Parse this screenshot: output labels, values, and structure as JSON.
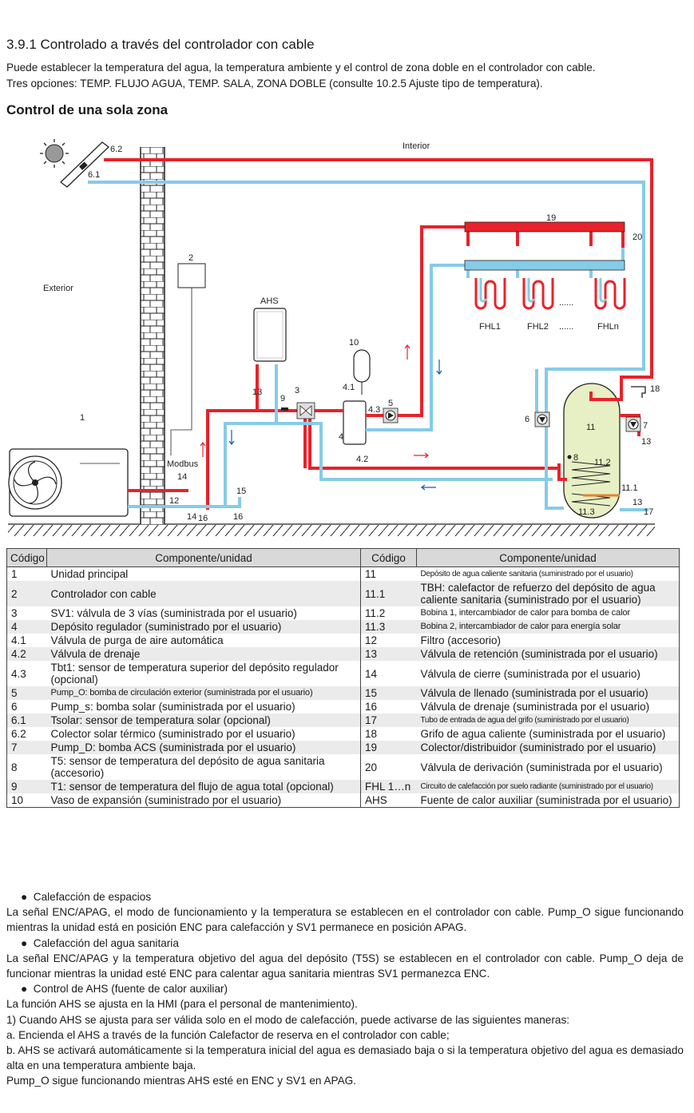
{
  "section_title": "3.9.1 Controlado a través del controlador con cable",
  "intro": [
    "Puede establecer la temperatura del agua, la temperatura ambiente y el control de zona doble en el controlador con cable.",
    "Tres opciones: TEMP. FLUJO AGUA, TEMP. SALA, ZONA DOBLE (consulte 10.2.5 Ajuste tipo de temperatura)."
  ],
  "subheading": "Control de una sola zona",
  "diagram": {
    "labels": {
      "interior": "Interior",
      "exterior": "Exterior",
      "ahs": "AHS",
      "modbus": "Modbus",
      "fhl1": "FHL1",
      "fhl2": "FHL2",
      "fhln": "FHLn",
      "dots1": "......",
      "dots2": "......",
      "n1": "1",
      "n2": "2",
      "n3": "3",
      "n41": "4.1",
      "n42": "4.2",
      "n43": "4.3",
      "n4": "4",
      "n5": "5",
      "n6": "6",
      "n61": "6.1",
      "n62": "6.2",
      "n7": "7",
      "n8": "8",
      "n9": "9",
      "n10": "10",
      "n11": "11",
      "n111": "11.1",
      "n112": "11.2",
      "n113": "11.3",
      "n12": "12",
      "n13a": "13",
      "n13b": "13",
      "n13c": "13",
      "n14a": "14",
      "n14b": "14",
      "n15": "15",
      "n16a": "16",
      "n16b": "16",
      "n17": "17",
      "n18": "18",
      "n19": "19",
      "n20": "20"
    },
    "colors": {
      "hot": "#e8222a",
      "cold": "#86cbe8",
      "tank": "#e7efc4",
      "wall": "#ffffff"
    }
  },
  "table": {
    "headers": [
      "Código",
      "Componente/unidad",
      "Código",
      "Componente/unidad"
    ],
    "rows": [
      {
        "c1": "1",
        "d1": "Unidad principal",
        "c2": "11",
        "d2": "Depósito de agua caliente sanitaria (suministrado por el usuario)"
      },
      {
        "c1": "2",
        "d1": "Controlador con cable",
        "c2": "11.1",
        "d2": "TBH: calefactor de refuerzo del depósito de agua caliente sanitaria (suministrado por el usuario)"
      },
      {
        "c1": "3",
        "d1": "SV1: válvula de 3 vías (suministrada por el usuario)",
        "c2": "11.2",
        "d2": "Bobina 1, intercambiador de calor para bomba de calor"
      },
      {
        "c1": "4",
        "d1": "Depósito regulador (suministrado por el usuario)",
        "c2": "11.3",
        "d2": "Bobina 2, intercambiador de calor para energía solar"
      },
      {
        "c1": "4.1",
        "d1": "Válvula de purga de aire automática",
        "c2": "12",
        "d2": "Filtro (accesorio)"
      },
      {
        "c1": "4.2",
        "d1": "Válvula de drenaje",
        "c2": "13",
        "d2": "Válvula de retención (suministrada por el usuario)"
      },
      {
        "c1": "4.3",
        "d1": "Tbt1: sensor de temperatura superior del depósito regulador (opcional)",
        "c2": "14",
        "d2": "Válvula de cierre (suministrada por el usuario)"
      },
      {
        "c1": "5",
        "d1": "Pump_O: bomba de circulación exterior (suministrada por el usuario)",
        "c2": "15",
        "d2": "Válvula de llenado (suministrada por el usuario)"
      },
      {
        "c1": "6",
        "d1": "Pump_s: bomba solar (suministrada por el usuario)",
        "c2": "16",
        "d2": "Válvula de drenaje (suministrada por el usuario)"
      },
      {
        "c1": "6.1",
        "d1": "Tsolar: sensor de temperatura solar (opcional)",
        "c2": "17",
        "d2": "Tubo de entrada de agua del grifo (suministrado por el usuario)"
      },
      {
        "c1": "6.2",
        "d1": "Colector solar térmico (suministrado por el usuario)",
        "c2": "18",
        "d2": "Grifo de agua caliente (suministrada por el usuario)"
      },
      {
        "c1": "7",
        "d1": "Pump_D: bomba ACS (suministrada por el usuario)",
        "c2": "19",
        "d2": "Colector/distribuidor (suministrado por el usuario)"
      },
      {
        "c1": "8",
        "d1": "T5: sensor de temperatura del depósito de agua sanitaria (accesorio)",
        "c2": "20",
        "d2": "Válvula de derivación (suministrada por el usuario)"
      },
      {
        "c1": "9",
        "d1": "T1: sensor de temperatura del flujo de agua total (opcional)",
        "c2": "FHL 1…n",
        "d2": "Circuito de calefacción por suelo radiante (suministrado por el usuario)"
      },
      {
        "c1": "10",
        "d1": "Vaso de expansión (suministrado por el usuario)",
        "c2": "AHS",
        "d2": "Fuente de calor auxiliar (suministrada por el usuario)"
      }
    ]
  },
  "body": {
    "b1_title": "Calefacción de espacios",
    "b1_text": "La señal ENC/APAG, el modo de funcionamiento y la temperatura se establecen en el controlador con cable. Pump_O sigue funcionando mientras la unidad está en posición ENC para calefacción y SV1 permanece en posición APAG.",
    "b2_title": "Calefacción del agua sanitaria",
    "b2_text": "La señal ENC/APAG y la temperatura objetivo del agua del depósito (T5S) se establecen en el controlador con cable. Pump_O deja de funcionar mientras la unidad esté ENC para calentar agua sanitaria mientras SV1 permanezca ENC.",
    "b3_title": "Control de AHS (fuente de calor auxiliar)",
    "lines": [
      "La función AHS se ajusta en la HMI (para el personal de mantenimiento).",
      "1) Cuando AHS se ajusta para ser válida solo en el modo de calefacción, puede activarse de las siguientes maneras:",
      "a. Encienda el AHS a través de la función Calefactor de reserva en el controlador con cable;",
      "b. AHS se activará automáticamente si la temperatura inicial del agua es demasiado baja o si la temperatura objetivo del agua es demasiado alta en una temperatura ambiente baja.",
      "Pump_O sigue funcionando mientras AHS esté en ENC y SV1 en APAG."
    ]
  }
}
